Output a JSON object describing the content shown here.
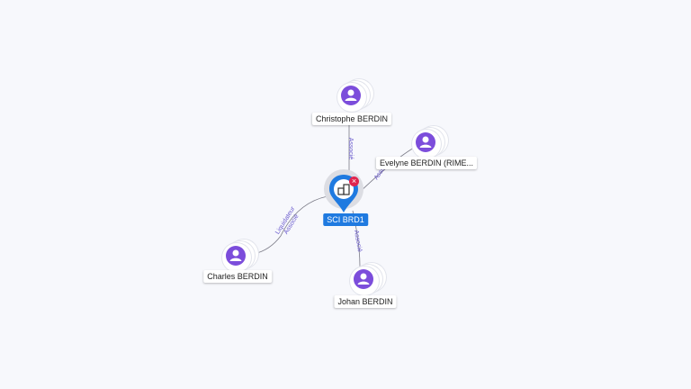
{
  "colors": {
    "background": "#f7f8fc",
    "person": "#7c4ddb",
    "company": "#1f7ae0",
    "close_badge": "#e0244d",
    "edge": "#7a7a86",
    "edge_label": "#6a5acd"
  },
  "company": {
    "label": "SCI BRD1",
    "icon": "building-icon",
    "badge_icon": "close-icon"
  },
  "persons": [
    {
      "id": "christophe",
      "label": "Christophe BERDIN",
      "icon": "person-icon"
    },
    {
      "id": "evelyne",
      "label": "Evelyne BERDIN (RIME...",
      "icon": "person-icon"
    },
    {
      "id": "charles",
      "label": "Charles BERDIN",
      "icon": "person-icon"
    },
    {
      "id": "johan",
      "label": "Johan BERDIN",
      "icon": "person-icon"
    }
  ],
  "edges": [
    {
      "to": "christophe",
      "labels": [
        "Associé"
      ]
    },
    {
      "to": "evelyne",
      "labels": [
        "Associé"
      ]
    },
    {
      "to": "charles",
      "labels": [
        "Liquidateur",
        "Associé"
      ]
    },
    {
      "to": "johan",
      "labels": [
        "Associé"
      ]
    }
  ]
}
